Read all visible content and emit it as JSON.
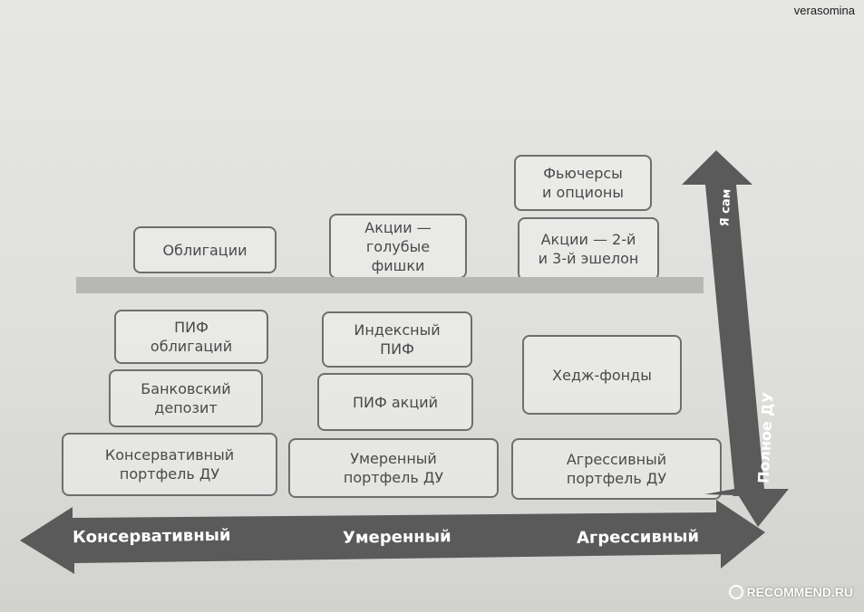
{
  "watermark_user": "verasomina",
  "watermark_site": "RECOMMEND.RU",
  "boxes": {
    "oblig": "Облигации",
    "blue_chips": "Акции —\nголубые\nфишки",
    "futures": "Фьючерсы\nи опционы",
    "stocks_2_3": "Акции — 2-й\nи 3-й эшелон",
    "pif_bonds": "ПИФ\nоблигаций",
    "index_pif": "Индексный\nПИФ",
    "hedge": "Хедж-фонды",
    "deposit": "Банковский\nдепозит",
    "pif_stocks": "ПИФ акций",
    "cons_du": "Консервативный\nпортфель ДУ",
    "mod_du": "Умеренный\nпортфель ДУ",
    "aggr_du": "Агрессивный\nпортфель ДУ"
  },
  "horizontal_axis": {
    "left": "Консервативный",
    "middle": "Умеренный",
    "right": "Агрессивный"
  },
  "vertical_axis": {
    "top": "Я сам",
    "bottom": "Полное ДУ"
  },
  "colors": {
    "arrow": "#5a5a5a",
    "box_border": "#6e6e6e",
    "divider": "#b7b7b5"
  }
}
